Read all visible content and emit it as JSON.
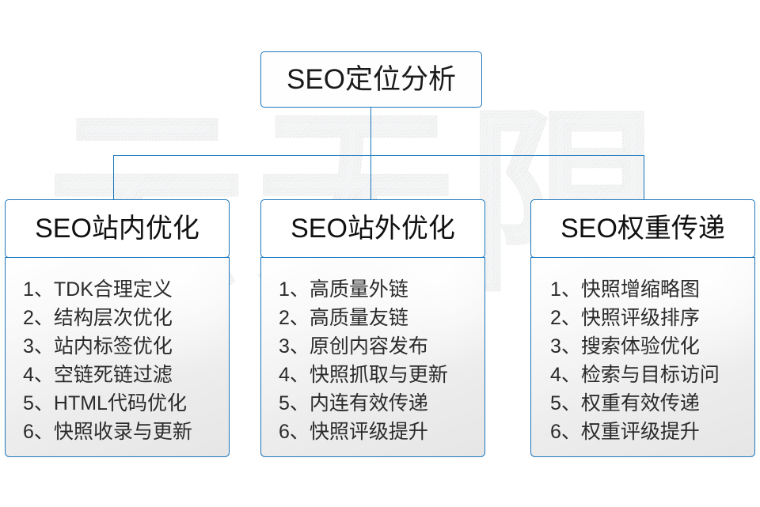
{
  "watermark": {
    "text": "云无限"
  },
  "root": {
    "label": "SEO定位分析"
  },
  "theme": {
    "border_color": "#1b76bd",
    "text_color": "#1a1a1a",
    "body_bg_top": "#ffffff",
    "body_bg_bottom": "#e6e6e6",
    "page_bg": "#ffffff"
  },
  "columns": [
    {
      "header": "SEO站内优化",
      "items": [
        "1、TDK合理定义",
        "2、结构层次优化",
        "3、站内标签优化",
        "4、空链死链过滤",
        "5、HTML代码优化",
        "6、快照收录与更新"
      ]
    },
    {
      "header": "SEO站外优化",
      "items": [
        "1、高质量外链",
        "2、高质量友链",
        "3、原创内容发布",
        "4、快照抓取与更新",
        "5、内连有效传递",
        "6、快照评级提升"
      ]
    },
    {
      "header": "SEO权重传递",
      "items": [
        "1、快照增缩略图",
        "2、快照评级排序",
        "3、搜索体验优化",
        "4、检索与目标访问",
        "5、权重有效传递",
        "6、权重评级提升"
      ]
    }
  ]
}
